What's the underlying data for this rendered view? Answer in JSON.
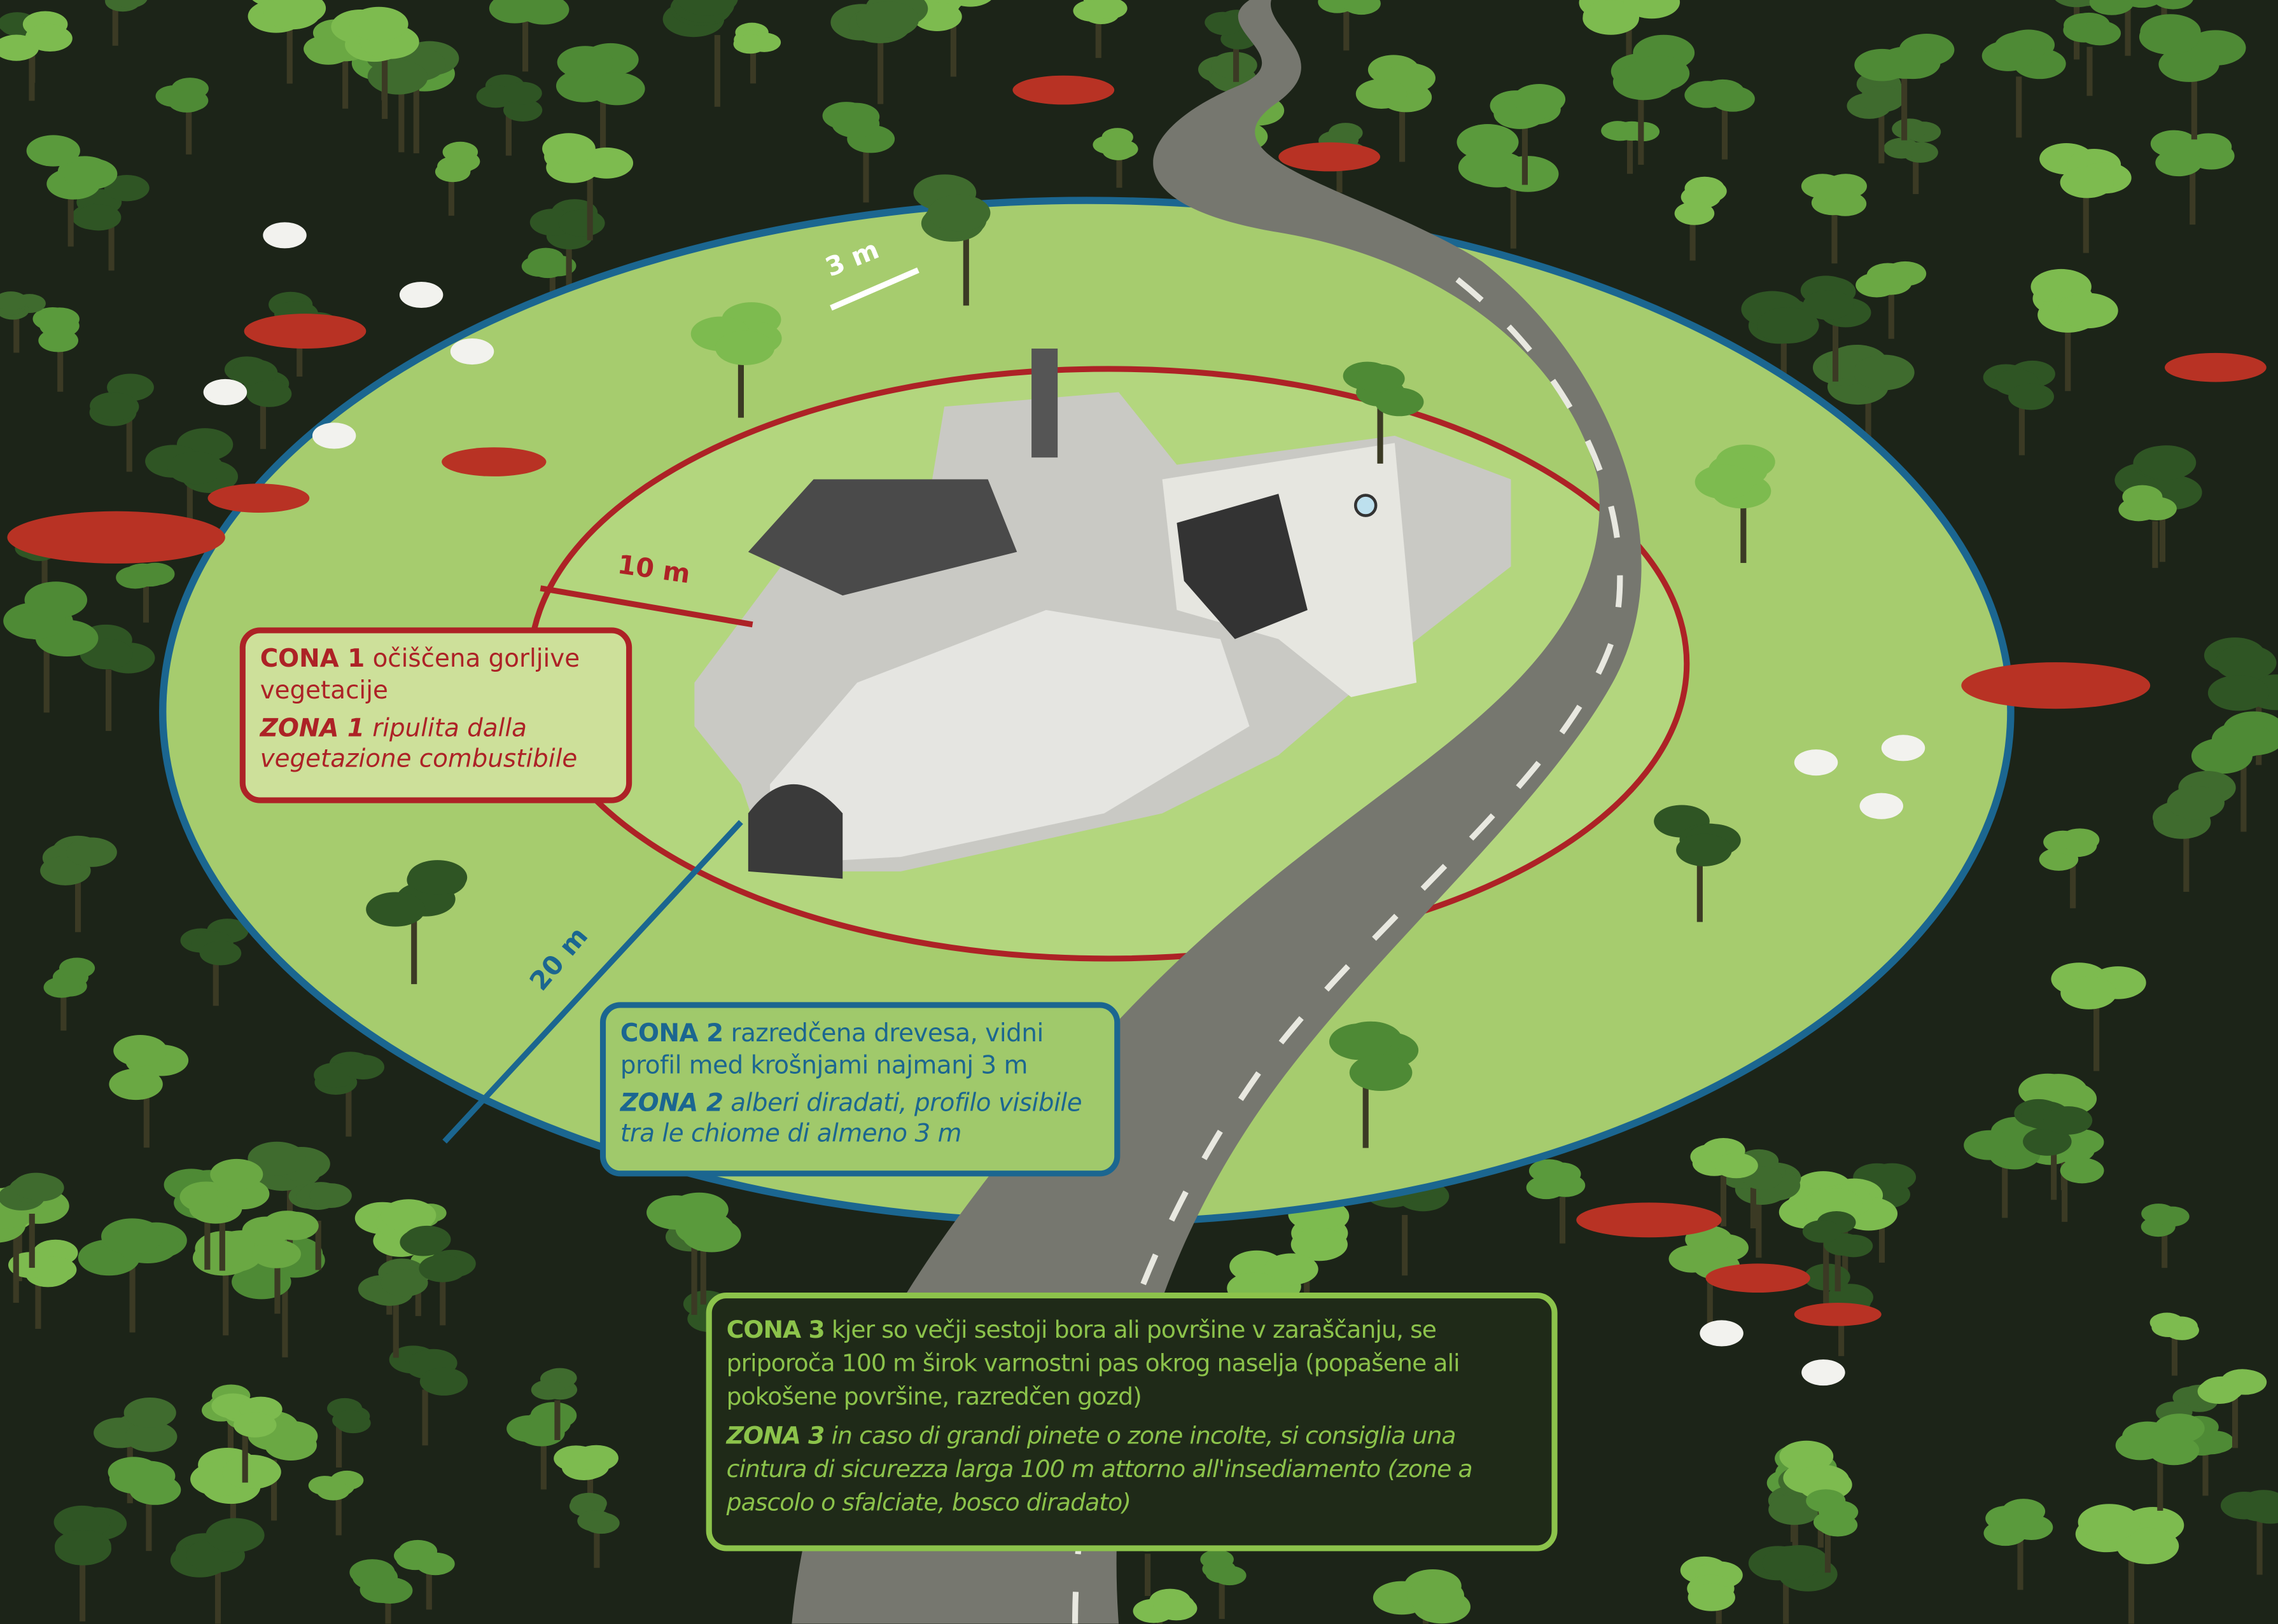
{
  "dimensions": {
    "zone2_gap": "3 m",
    "zone1_radius": "10 m",
    "zone2_radius": "20 m"
  },
  "zone1": {
    "sl_label": "CONA 1",
    "sl_text": " očiščena gorljive vegetacije",
    "it_label": "ZONA 1",
    "it_text": " ripulita dalla vegetazione combustibile"
  },
  "zone2": {
    "sl_label": "CONA 2",
    "sl_text": " razredčena drevesa, vidni profil med krošnjami najmanj 3 m",
    "it_label": "ZONA 2",
    "it_text": " alberi diradati, profilo visibile tra le chiome di almeno 3 m"
  },
  "zone3": {
    "sl_label": "CONA 3",
    "sl_text": " kjer so večji sestoji bora ali površine v zaraščanju, se priporoča 100 m širok varnostni pas okrog naselja (popašene ali pokošene površine, razredčen gozd)",
    "it_label": "ZONA 3",
    "it_text": " in caso di grandi pinete o zone incolte, si consiglia una cintura di sicurezza larga 100 m attorno all'insediamento (zone a pascolo o sfalciate, bosco diradato)"
  },
  "colors": {
    "background": "#1c2418",
    "zone1": "#ad2226",
    "zone2": "#1b6690",
    "zone3": "#8cc34b",
    "clearing": "#a6cc6e",
    "road": "#76776f"
  }
}
